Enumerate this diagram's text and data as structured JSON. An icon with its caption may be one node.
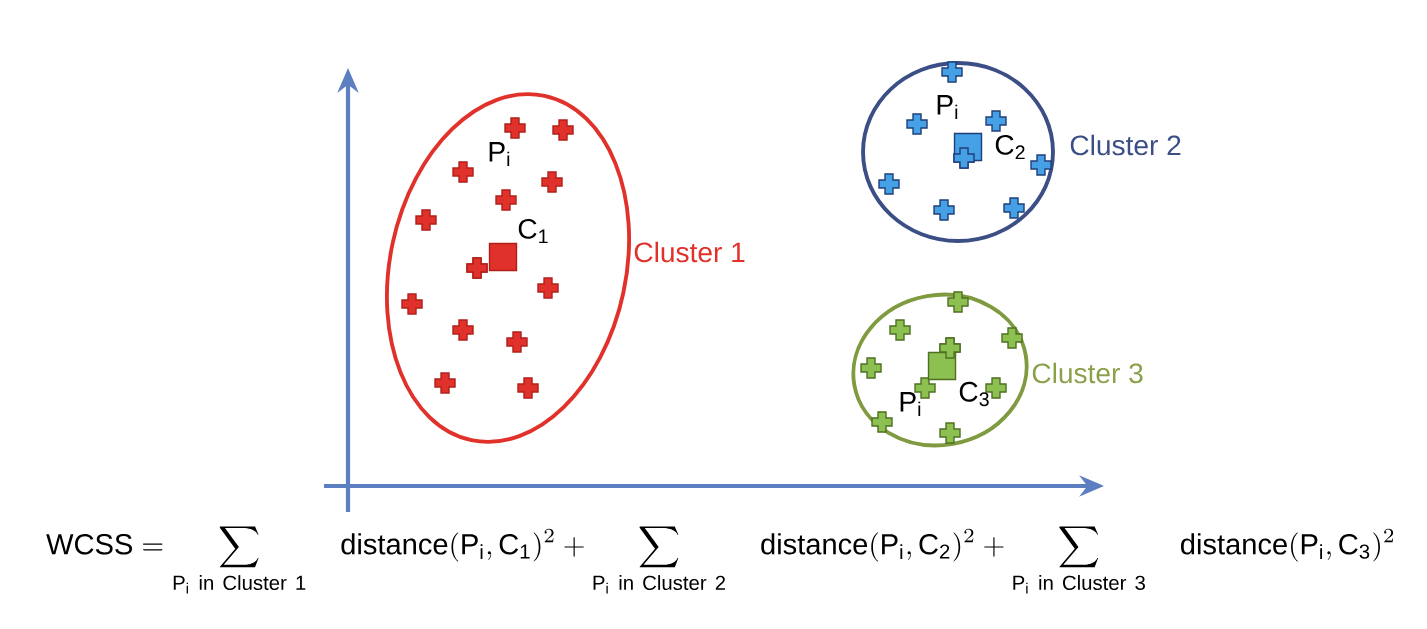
{
  "diagram": {
    "nodes": [
      {
        "text": [
          "Cluster 1"
        ]
      },
      {
        "text": [
          "C$_{1}$"
        ],
        "in": 0
      },
      {
        "text": [
          "Cluster 2"
        ]
      },
      {
        "text": [
          "C$_{2}$"
        ],
        "in": 2
      },
      {
        "text": [
          "Cluster 3"
        ]
      },
      {
        "text": [
          "C$_{3}$"
        ],
        "in": 4
      }
    ],
    "labels": [
      "P$_{i}$",
      "P$_{i}$",
      "P$_{i}$",
      "\\mathrm{WCSS}=\\sum_{\\mathrm{P_i\\ in\\ Cluster\\ 1}}\\quad\\mathrm{distance}(\\mathrm{P_i},\\mathrm{C_1})^2+\\sum_{\\mathrm{P_i\\ in\\ Cluster\\ 2}}\\quad\\mathrm{distance}(\\mathrm{P_i},\\mathrm{C_2})^2+\\sum_{\\mathrm{P_i\\ in\\ Cluster\\ 3}}\\quad\\mathrm{distance}(\\mathrm{P_i},\\mathrm{C_3})^2"
    ]
  }
}
